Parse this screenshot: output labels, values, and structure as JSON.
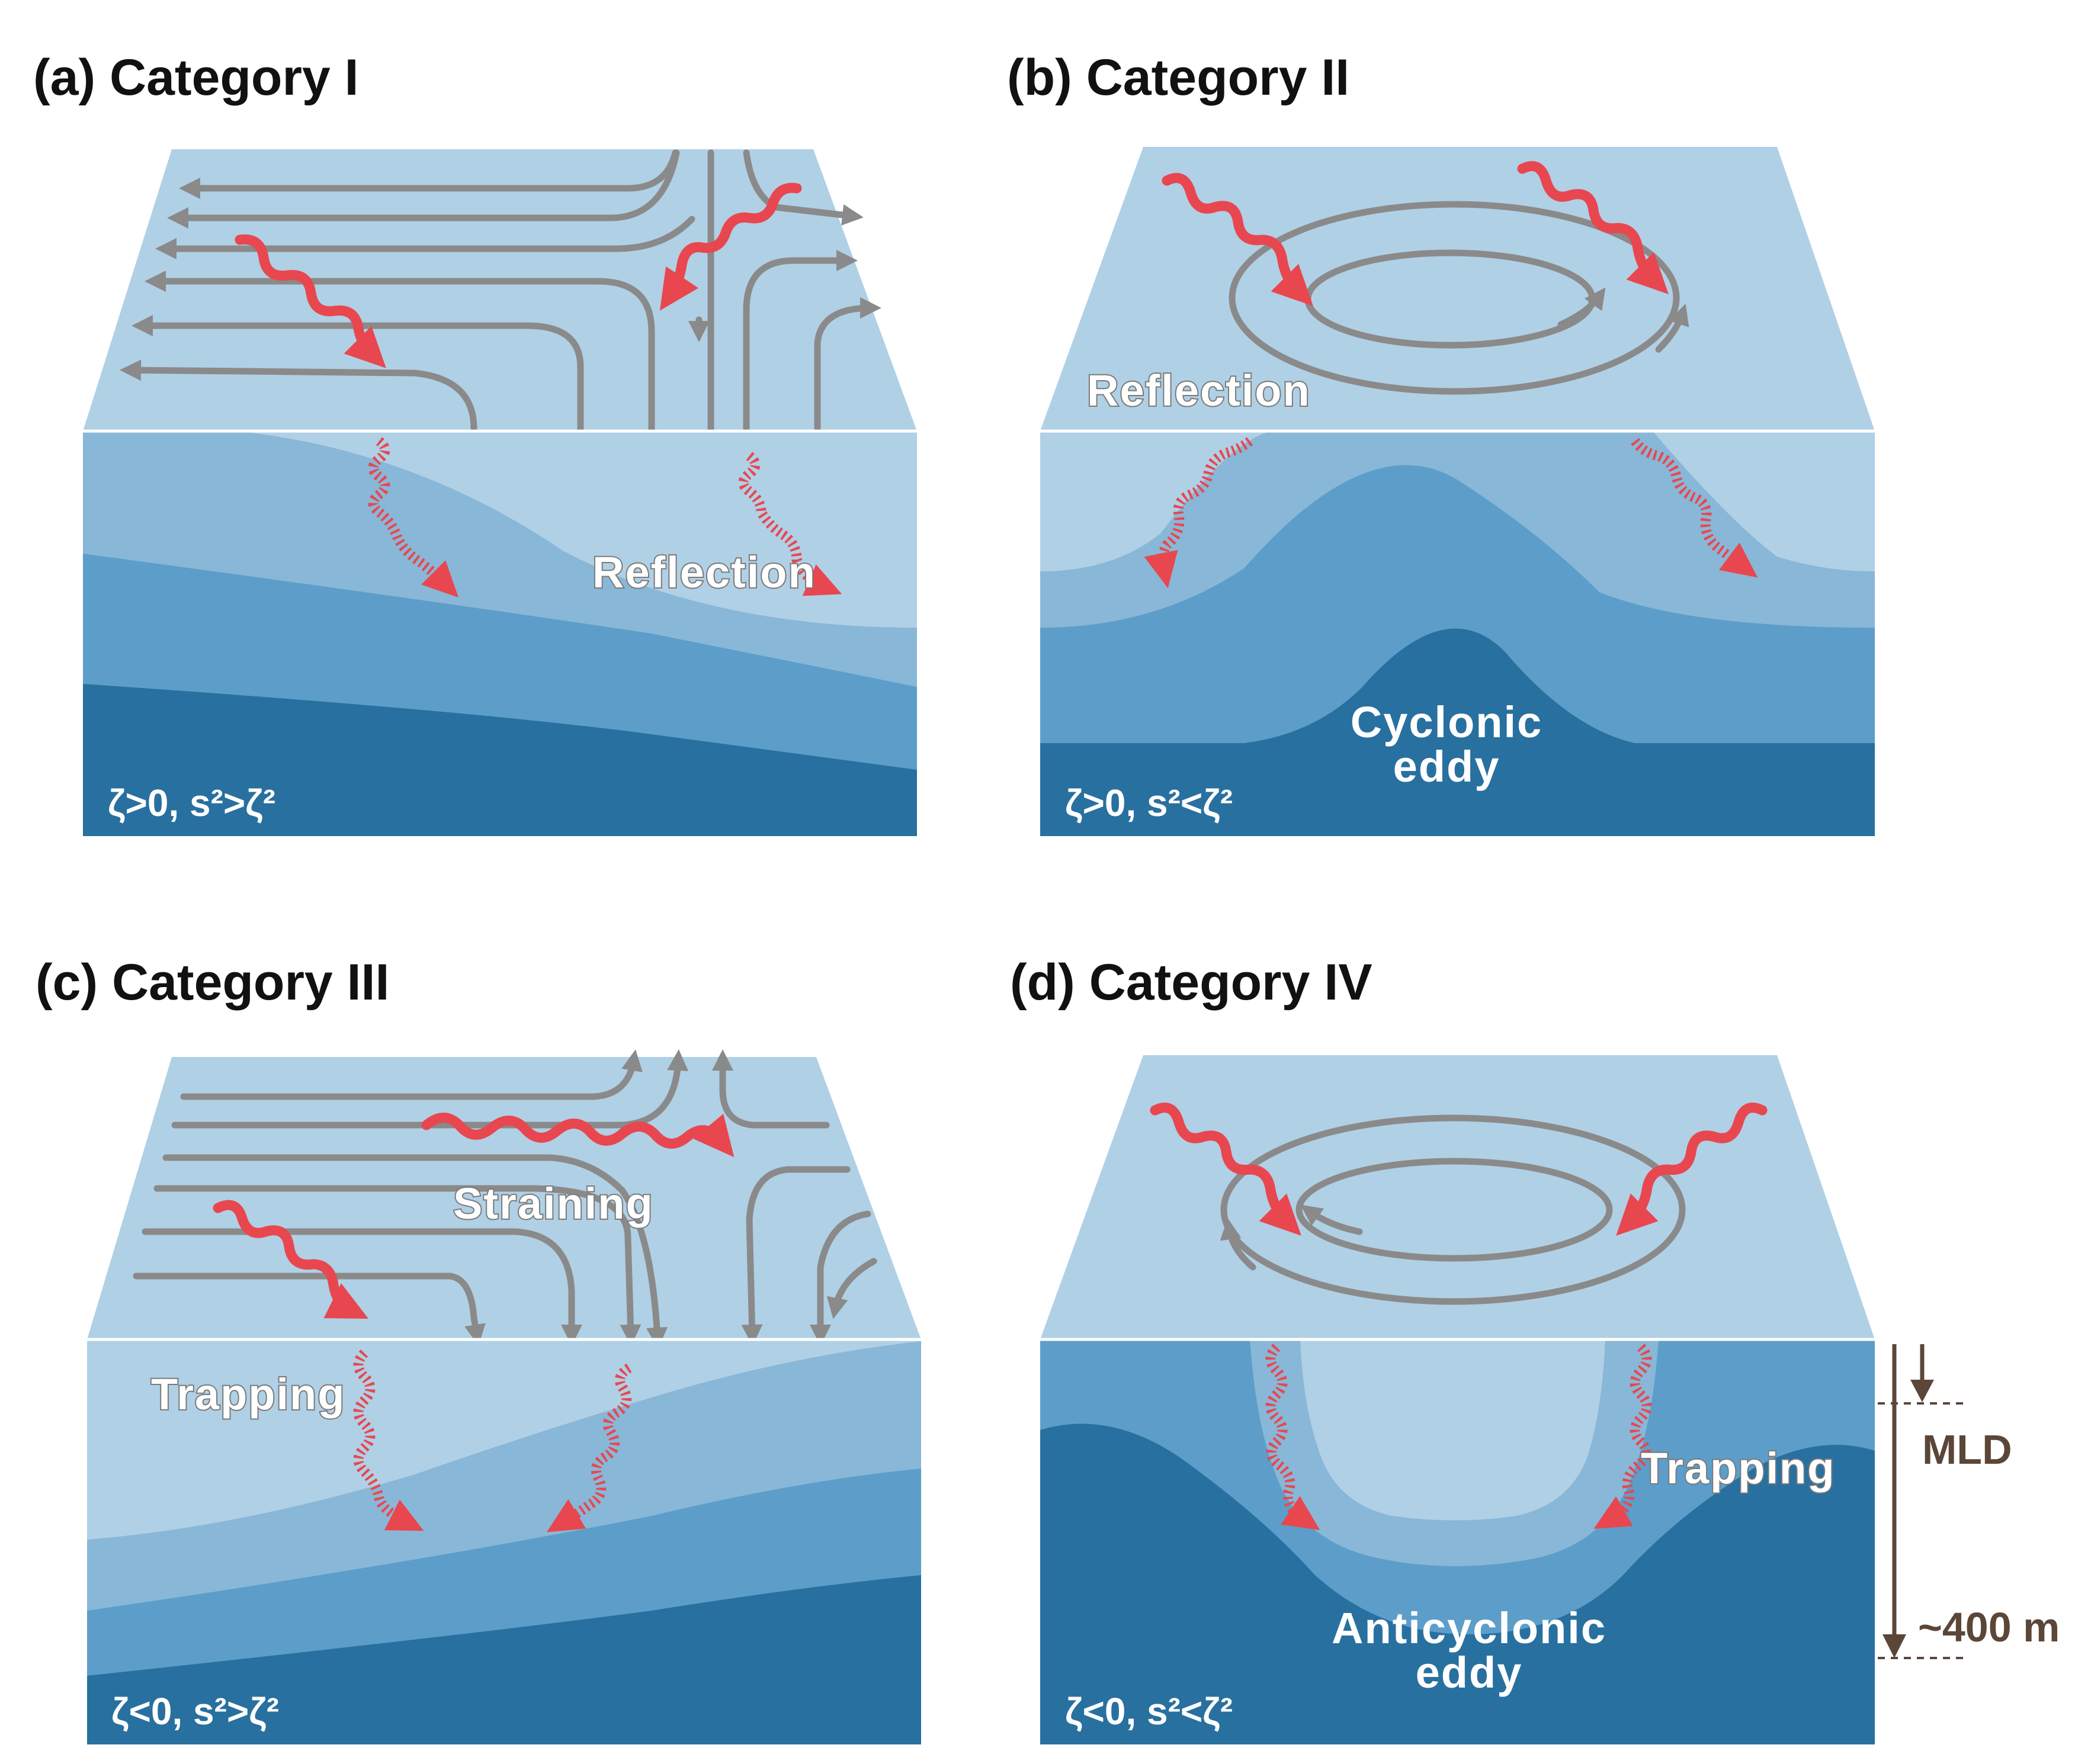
{
  "colors": {
    "surface": "#b0d0e6",
    "layer1": "#89b7d7",
    "layer2": "#5c9ec9",
    "layer3": "#28709f",
    "flow": "#8a8a8a",
    "wave": "#e8474f",
    "scale": "#5b4638"
  },
  "panels": [
    {
      "title": "(a) Category I",
      "condition": "ζ>0, s²>ζ²",
      "labels": [
        "Reflection"
      ]
    },
    {
      "title": "(b) Category II",
      "condition": "ζ>0, s²<ζ²",
      "labels": [
        "Reflection"
      ],
      "eddy": [
        "Cyclonic",
        "eddy"
      ]
    },
    {
      "title": "(c) Category III",
      "condition": "ζ<0, s²>ζ²",
      "labels": [
        "Straining",
        "Trapping"
      ]
    },
    {
      "title": "(d) Category IV",
      "condition": "ζ<0, s²<ζ²",
      "labels": [
        "Trapping"
      ],
      "eddy": [
        "Anticyclonic",
        "eddy"
      ]
    }
  ],
  "depth_scale": {
    "top": "MLD",
    "bottom": "~400 m"
  }
}
